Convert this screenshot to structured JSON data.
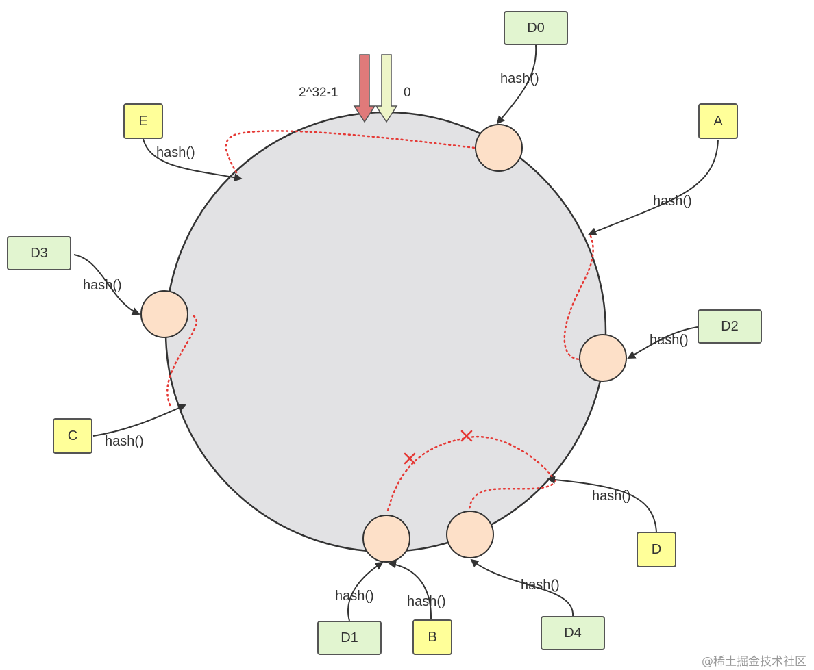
{
  "ring": {
    "max_label": "2^32-1",
    "zero_label": "0"
  },
  "servers": [
    {
      "id": "server-e",
      "label": "E",
      "hash_label": "hash()"
    },
    {
      "id": "server-a",
      "label": "A",
      "hash_label": "hash()"
    },
    {
      "id": "server-c",
      "label": "C",
      "hash_label": "hash()"
    },
    {
      "id": "server-d",
      "label": "D",
      "hash_label": "hash()"
    },
    {
      "id": "server-b",
      "label": "B",
      "hash_label": "hash()"
    }
  ],
  "data_objects": [
    {
      "id": "data-d0",
      "label": "D0",
      "hash_label": "hash()"
    },
    {
      "id": "data-d3",
      "label": "D3",
      "hash_label": "hash()"
    },
    {
      "id": "data-d2",
      "label": "D2",
      "hash_label": "hash()"
    },
    {
      "id": "data-d1",
      "label": "D1",
      "hash_label": "hash()"
    },
    {
      "id": "data-d4",
      "label": "D4",
      "hash_label": "hash()"
    }
  ],
  "removed_marker": "×",
  "watermark": "@稀土掘金技术社区",
  "colors": {
    "ring_fill": "#e2e2e4",
    "node_fill": "#fde0c8",
    "server_box": "#ffff99",
    "data_box": "#e2f5d0",
    "path_red": "#e53935",
    "arrow_max": "#e07a7a",
    "arrow_zero": "#eef5c8"
  }
}
